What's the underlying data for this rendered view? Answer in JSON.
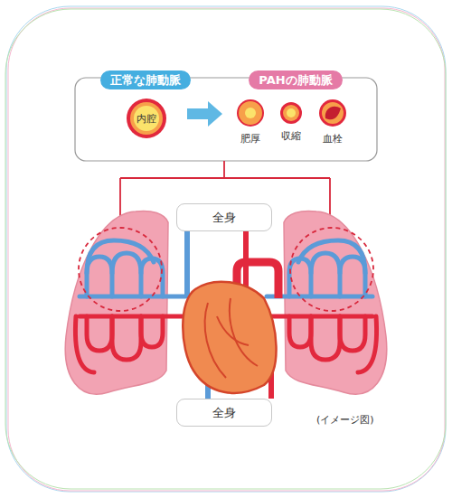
{
  "diagram": {
    "nodes": [
      {
        "text": [
          "正常な肺動脈"
        ]
      },
      {
        "text": [
          "PAHの肺動脈"
        ]
      },
      {
        "text": [
          "内腔"
        ]
      },
      {
        "text": [
          "肥厚"
        ]
      },
      {
        "text": [
          "収縮"
        ]
      },
      {
        "text": [
          "血栓"
        ]
      },
      {
        "text": [
          "全身"
        ]
      },
      {
        "text": [
          "全身"
        ]
      }
    ],
    "labels": [
      "(イメージ図)"
    ]
  }
}
